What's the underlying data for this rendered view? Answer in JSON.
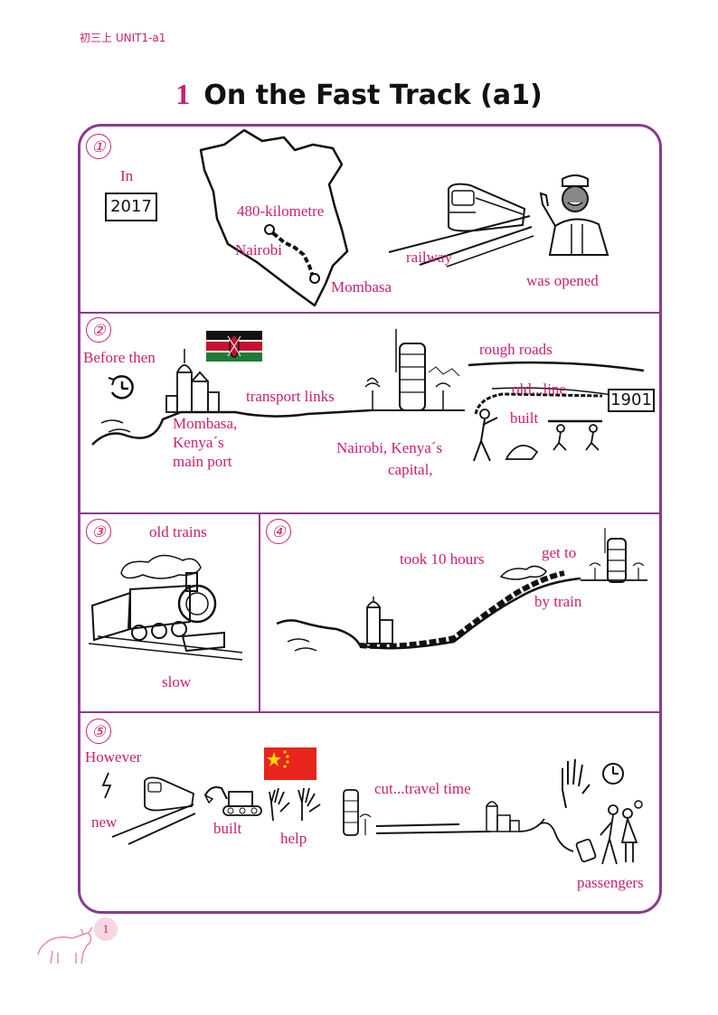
{
  "header": {
    "label": "初三上 UNIT1-a1"
  },
  "title": {
    "number": "1",
    "text": "On the Fast Track (a1)"
  },
  "panels": {
    "p1": {
      "marker": "①",
      "in": "In",
      "year": "2017",
      "distance": "480-kilometre",
      "nairobi": "Nairobi",
      "mombasa": "Mombasa",
      "railway": "railway",
      "opened": "was opened"
    },
    "p2": {
      "marker": "②",
      "before": "Before then",
      "mombasa": "Mombasa,",
      "kenya": "Kenya´s",
      "port": "main port",
      "transport": "transport links",
      "nairobi": "Nairobi, Kenya´s",
      "capital": "capital,",
      "rough": "rough roads",
      "oldline": "old...line",
      "built": "built",
      "year": "1901"
    },
    "p3": {
      "marker": "③",
      "oldtrains": "old trains",
      "slow": "slow"
    },
    "p4": {
      "marker": "④",
      "took": "took 10 hours",
      "getto": "get to",
      "bytrain": "by train"
    },
    "p5": {
      "marker": "⑤",
      "however": "However",
      "new": "new",
      "built": "built",
      "help": "help",
      "cut": "cut...travel time",
      "passengers": "passengers"
    }
  },
  "footer": {
    "page_number": "1"
  },
  "colors": {
    "accent": "#c8206e",
    "frame": "#8a3b8f"
  }
}
